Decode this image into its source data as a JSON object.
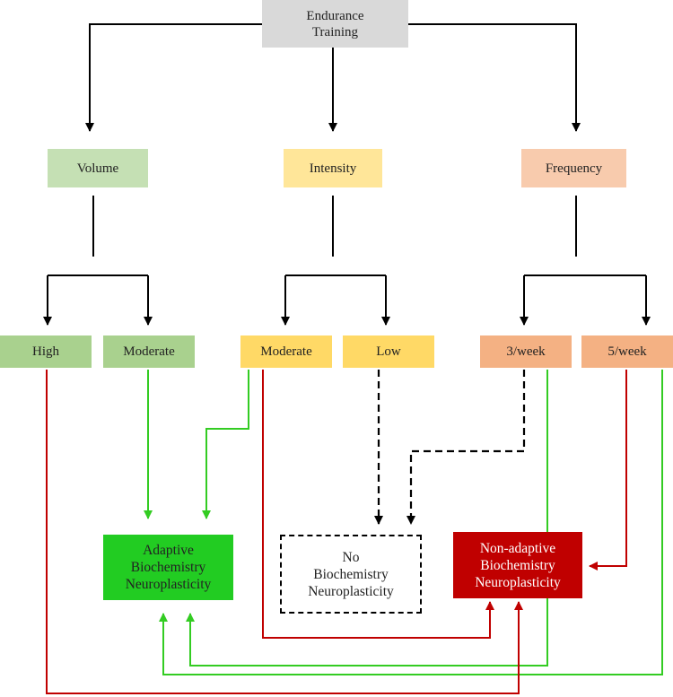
{
  "root": {
    "label": "Endurance\nTraining"
  },
  "factors": {
    "volume": {
      "label": "Volume"
    },
    "intensity": {
      "label": "Intensity"
    },
    "frequency": {
      "label": "Frequency"
    }
  },
  "levels": {
    "volume_high": {
      "label": "High"
    },
    "volume_moderate": {
      "label": "Moderate"
    },
    "intensity_moderate": {
      "label": "Moderate"
    },
    "intensity_low": {
      "label": "Low"
    },
    "frequency_3": {
      "label": "3/week"
    },
    "frequency_5": {
      "label": "5/week"
    }
  },
  "outcomes": {
    "adaptive": {
      "label": "Adaptive\nBiochemistry\nNeuroplasticity"
    },
    "none": {
      "label": "No\nBiochemistry\nNeuroplasticity"
    },
    "nonadaptive": {
      "label": "Non-adaptive\nBiochemistry\nNeuroplasticity"
    }
  },
  "colors": {
    "root": "#d9d9d9",
    "volume_light": "#c5e0b4",
    "volume_level": "#a9d18e",
    "intensity_light": "#ffe699",
    "intensity_level": "#ffd966",
    "frequency_light": "#f8cbad",
    "frequency_level": "#f4b183",
    "adaptive": "#22cc22",
    "nonadaptive": "#c00000",
    "green_link": "#33cc22",
    "red_link": "#c00000",
    "neutral_link": "#000000"
  },
  "links": [
    {
      "from": "root",
      "to": "volume",
      "style": "neutral"
    },
    {
      "from": "root",
      "to": "intensity",
      "style": "neutral"
    },
    {
      "from": "root",
      "to": "frequency",
      "style": "neutral"
    },
    {
      "from": "volume",
      "to": "volume_high",
      "style": "neutral"
    },
    {
      "from": "volume",
      "to": "volume_moderate",
      "style": "neutral"
    },
    {
      "from": "intensity",
      "to": "intensity_moderate",
      "style": "neutral"
    },
    {
      "from": "intensity",
      "to": "intensity_low",
      "style": "neutral"
    },
    {
      "from": "frequency",
      "to": "frequency_3",
      "style": "neutral"
    },
    {
      "from": "frequency",
      "to": "frequency_5",
      "style": "neutral"
    },
    {
      "from": "volume_moderate",
      "to": "adaptive",
      "style": "green"
    },
    {
      "from": "intensity_moderate",
      "to": "adaptive",
      "style": "green"
    },
    {
      "from": "frequency_3",
      "to": "adaptive",
      "style": "green"
    },
    {
      "from": "frequency_5",
      "to": "adaptive",
      "style": "green"
    },
    {
      "from": "intensity_low",
      "to": "none",
      "style": "dashed"
    },
    {
      "from": "frequency_3",
      "to": "none",
      "style": "dashed"
    },
    {
      "from": "volume_high",
      "to": "nonadaptive",
      "style": "red"
    },
    {
      "from": "intensity_moderate",
      "to": "nonadaptive",
      "style": "red"
    },
    {
      "from": "frequency_5",
      "to": "nonadaptive",
      "style": "red"
    }
  ]
}
